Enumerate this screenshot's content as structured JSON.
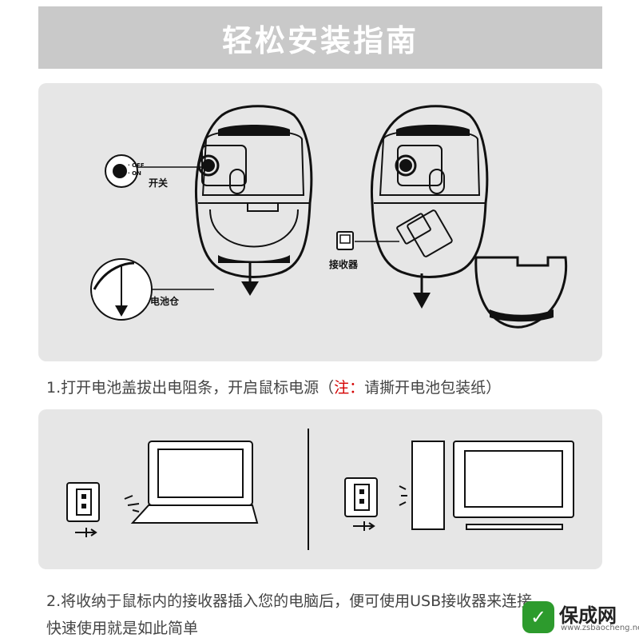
{
  "banner": {
    "title": "轻松安装指南"
  },
  "diagram1": {
    "switch_off": "· OFF",
    "switch_on": "· ON",
    "switch_label": "开关",
    "battery_label": "电池仓",
    "receiver_label": "接收器"
  },
  "step1": {
    "text_before": "1.打开电池盖拔出电阻条，开启鼠标电源（",
    "note_label": "注：",
    "text_after": "请撕开电池包装纸）"
  },
  "step2": {
    "line1": "2.将收纳于鼠标内的接收器插入您的电脑后，便可使用USB接收器来连接。",
    "line2": "快速使用就是如此简单"
  },
  "watermark": {
    "icon": "shield-check-icon",
    "name": "保成网",
    "url": "www.zsbaocheng.net"
  },
  "colors": {
    "banner_bg": "#c9c9c9",
    "panel_bg": "#e6e6e6",
    "note_red": "#d40000",
    "watermark_green": "#2d9b2d"
  }
}
